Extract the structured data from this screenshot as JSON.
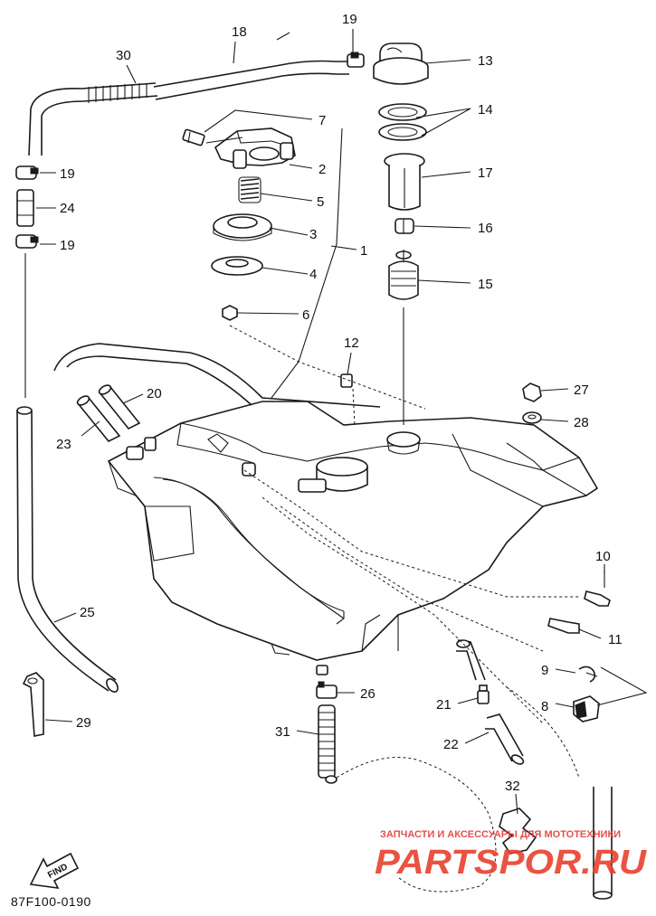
{
  "callouts": {
    "c1": "1",
    "c2": "2",
    "c3": "3",
    "c4": "4",
    "c5": "5",
    "c6": "6",
    "c7": "7",
    "c8": "8",
    "c9": "9",
    "c10": "10",
    "c11": "11",
    "c12": "12",
    "c13": "13",
    "c14": "14",
    "c15": "15",
    "c16": "16",
    "c17": "17",
    "c18": "18",
    "c19a": "19",
    "c19b": "19",
    "c19c": "19",
    "c20": "20",
    "c21": "21",
    "c22": "22",
    "c23": "23",
    "c24": "24",
    "c25": "25",
    "c26": "26",
    "c27": "27",
    "c28": "28",
    "c29": "29",
    "c30": "30",
    "c31": "31",
    "c32": "32"
  },
  "find_label": "FIND",
  "diagram_code": "87F100-0190",
  "watermark": {
    "tagline": "ЗАПЧАСТИ И АКСЕССУАРЫ ДЛЯ МОТОТЕХНИКИ",
    "brand": "PARTSPOR.RU"
  },
  "colors": {
    "ink": "#1a1a1a",
    "watermark": "#e8412f"
  }
}
